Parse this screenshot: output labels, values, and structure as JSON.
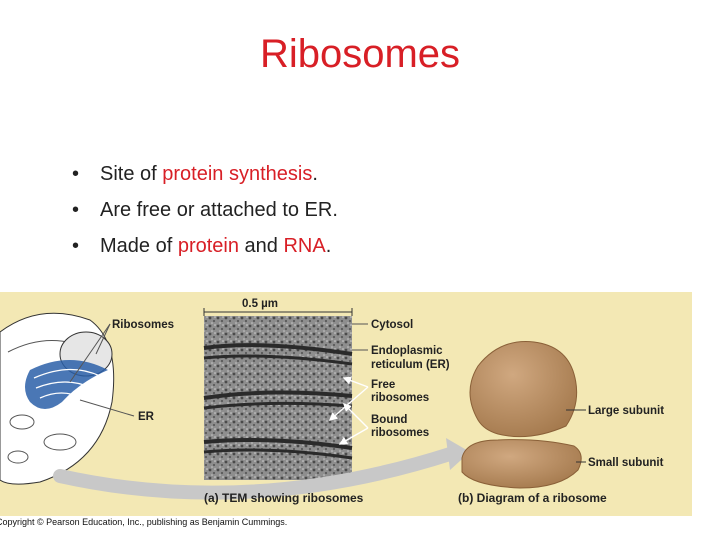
{
  "slide": {
    "title": "Ribosomes",
    "bullets": [
      {
        "pre": "Site of ",
        "em": "protein synthesis",
        "post": "."
      },
      {
        "pre": "Are free or attached to ER."
      },
      {
        "pre": "Made of ",
        "em": "protein",
        "mid": " and ",
        "em2": "RNA",
        "post": "."
      }
    ]
  },
  "figure": {
    "scale_label": "0.5 µm",
    "labels": {
      "ribosomes": "Ribosomes",
      "er": "ER",
      "cytosol": "Cytosol",
      "endoplasmic_1": "Endoplasmic",
      "endoplasmic_2": "reticulum (ER)",
      "free_1": "Free",
      "free_2": "ribosomes",
      "bound_1": "Bound",
      "bound_2": "ribosomes",
      "large": "Large subunit",
      "small": "Small subunit"
    },
    "caption_a": "(a) TEM showing ribosomes",
    "caption_b": "(b) Diagram of a ribosome",
    "copyright": "Copyright © Pearson Education, Inc., publishing as Benjamin Cummings.",
    "colors": {
      "background": "#f3e8b4",
      "ribosome": "#b58a5f",
      "er_blue": "#2a5fa8",
      "arrow": "#c8c8c8"
    }
  }
}
